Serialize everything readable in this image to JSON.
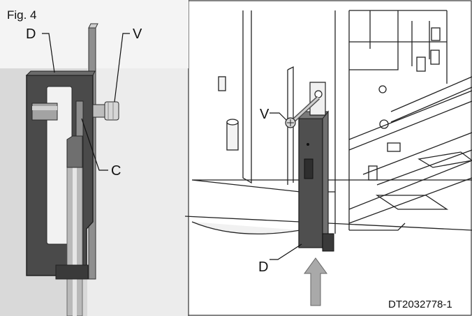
{
  "figure": {
    "label": "Fig. 4",
    "reference": "DT2032778-1"
  },
  "callouts": {
    "left_d": "D",
    "left_v": "V",
    "left_c": "C",
    "right_v": "V",
    "right_d": "D"
  },
  "icons": {
    "arrow": "upward-arrow-icon",
    "screw": "screw-icon"
  },
  "colors": {
    "frame_border": "#333333",
    "bracket_dark": "#4a4a4a",
    "bracket_light": "#9a9a9a",
    "arrow": "#a9a9a9",
    "panel_bg": "#d9d9d9"
  }
}
